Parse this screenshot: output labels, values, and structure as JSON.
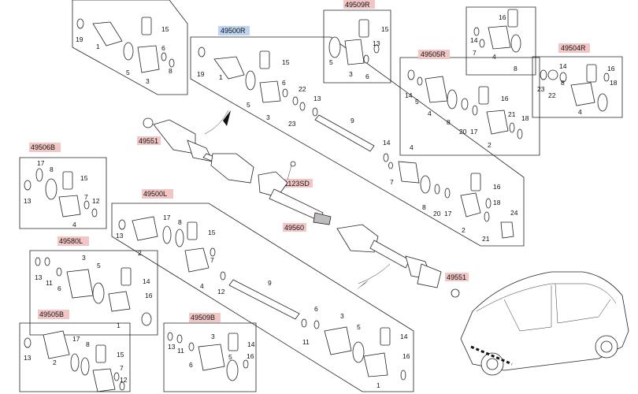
{
  "colors": {
    "tag_red": "#f3c6c6",
    "tag_blue": "#bcd3f2",
    "line": "#222222",
    "background": "#ffffff"
  },
  "group_tags": {
    "g_49500R": "49500R",
    "g_49509R": "49509R",
    "g_49505R": "49505R",
    "g_49504R": "49504R",
    "g_49506B": "49506B",
    "g_49500L": "49500L",
    "g_49580L": "49580L",
    "g_49505B": "49505B",
    "g_49509B": "49509B"
  },
  "ref_labels": {
    "nut_upper": "49551",
    "nut_lower": "49551",
    "bolt": "1123SD",
    "bracket": "49560"
  },
  "part_numbers": {
    "a19": "19",
    "a1": "1",
    "a15": "15",
    "a5": "5",
    "a6": "6",
    "a8": "8",
    "a3": "3",
    "b19": "19",
    "b1": "1",
    "b15": "15",
    "b5": "5",
    "b6": "6",
    "b22": "22",
    "b13": "13",
    "b3": "3",
    "b23": "23",
    "b9": "9",
    "b14": "14",
    "b4": "4",
    "b7": "7",
    "b16": "16",
    "b8": "8",
    "b20": "20",
    "b17": "17",
    "b18": "18",
    "b2": "2",
    "b24": "24",
    "b21": "21",
    "c15": "15",
    "c13": "13",
    "c5": "5",
    "c3": "3",
    "c6": "6",
    "d16": "16",
    "d14": "14",
    "d7": "7",
    "d4": "4",
    "d8": "8",
    "e14": "14",
    "e5": "5",
    "e4": "4",
    "e16": "16",
    "e8": "8",
    "e20": "20",
    "e17": "17",
    "e21": "21",
    "e18": "18",
    "e2": "2",
    "f14": "14",
    "f16": "16",
    "f18": "18",
    "f23": "23",
    "f22": "22",
    "f8": "8",
    "f4": "4",
    "g17": "17",
    "g8": "8",
    "g15": "15",
    "g13": "13",
    "g7": "7",
    "g12": "12",
    "g4": "4",
    "h17": "17",
    "h8": "8",
    "h15": "15",
    "h13": "13",
    "h2": "2",
    "h7": "7",
    "h4": "4",
    "h12": "12",
    "h9": "9",
    "h11": "11",
    "h6": "6",
    "h3": "3",
    "h5": "5",
    "h14": "14",
    "h16": "16",
    "h1": "1",
    "i3": "3",
    "i5": "5",
    "i13": "13",
    "i11": "11",
    "i6": "6",
    "i14": "14",
    "i16": "16",
    "i1": "1",
    "j17": "17",
    "j8": "8",
    "j15": "15",
    "j13": "13",
    "j2": "2",
    "j7": "7",
    "j12": "12",
    "k13": "13",
    "k11": "11",
    "k3": "3",
    "k6": "6",
    "k5": "5",
    "k14": "14",
    "k16": "16"
  }
}
